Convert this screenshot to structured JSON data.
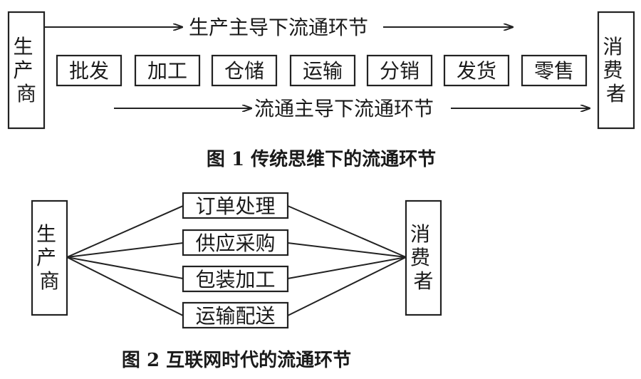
{
  "figure1": {
    "producer": "生产商",
    "consumer": "消费者",
    "top_arrow_label": "生产主导下流通环节",
    "bottom_arrow_label": "流通主导下流通环节",
    "stages": [
      "批发",
      "加工",
      "仓储",
      "运输",
      "分销",
      "发货",
      "零售"
    ],
    "caption": "图 1 传统思维下的流通环节"
  },
  "figure2": {
    "producer": "生产商",
    "consumer": "消费者",
    "nodes": [
      "订单处理",
      "供应采购",
      "包装加工",
      "运输配送"
    ],
    "caption": "图 2 互联网时代的流通环节"
  }
}
